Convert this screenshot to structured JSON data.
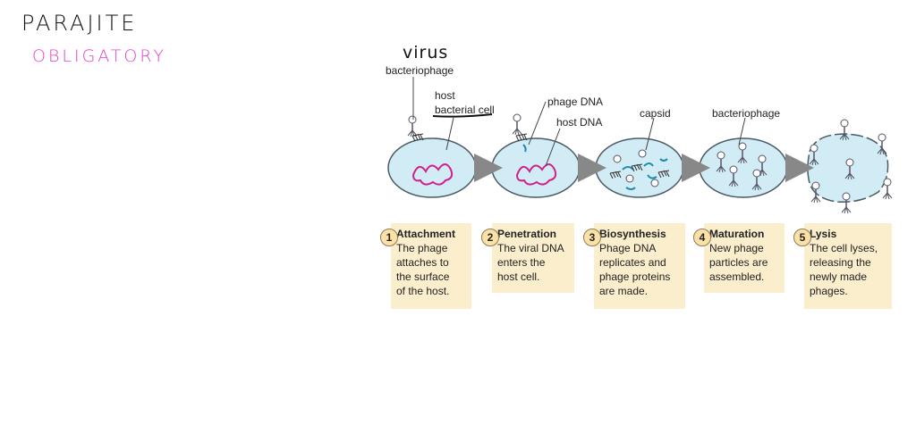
{
  "annotations": {
    "parasite": "PARAJITE",
    "obligatory": "OBLIGATORY",
    "virus": "virus"
  },
  "labels": {
    "bacteriophage_1": "bacteriophage",
    "host": "host",
    "bacterial_cell": "bacterial cell",
    "phage_dna": "phage DNA",
    "host_dna": "host DNA",
    "capsid": "capsid",
    "bacteriophage_4": "bacteriophage"
  },
  "steps": [
    {
      "num": "1",
      "title": "Attachment",
      "desc": "The phage\nattaches to\nthe surface\nof the host."
    },
    {
      "num": "2",
      "title": "Penetration",
      "desc": "The viral DNA\nenters the\nhost cell."
    },
    {
      "num": "3",
      "title": "Biosynthesis",
      "desc": "Phage DNA\nreplicates and\nphage proteins\nare made."
    },
    {
      "num": "4",
      "title": "Maturation",
      "desc": "New phage\nparticles are\nassembled."
    },
    {
      "num": "5",
      "title": "Lysis",
      "desc": "The cell lyses,\nreleasing the\nnewly made\nphages."
    }
  ],
  "colors": {
    "cell_fill": "#d2ecf5",
    "cell_stroke": "#4a5a66",
    "host_dna": "#d0208c",
    "phage_dna": "#1a8cb0",
    "card_bg": "#fbeecd",
    "annotation_pink": "#e040c8"
  }
}
